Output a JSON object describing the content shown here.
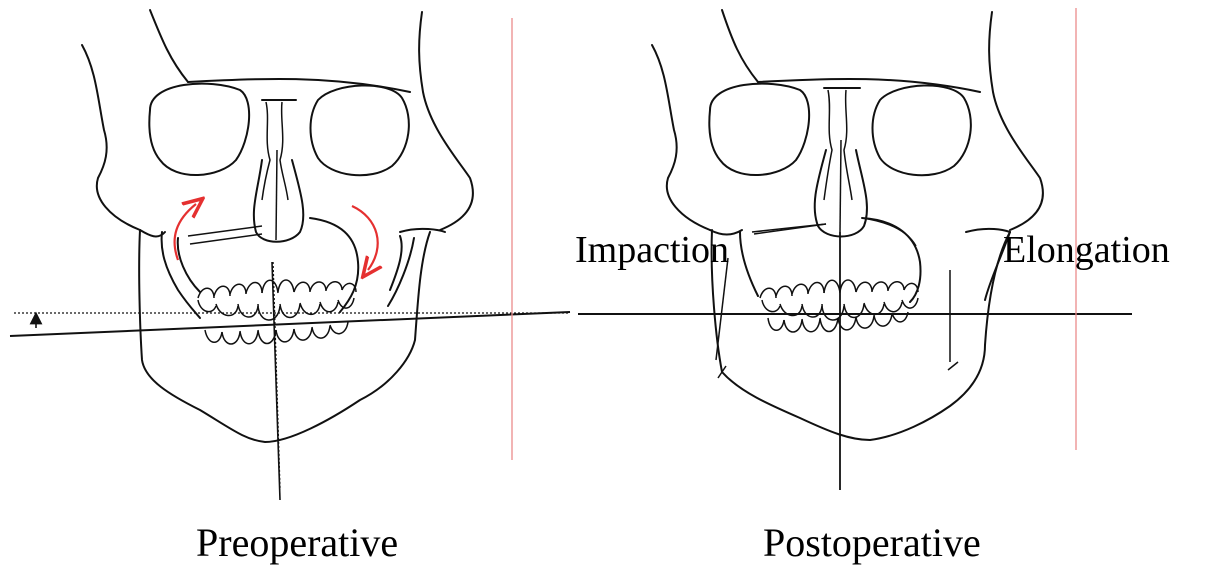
{
  "panels": {
    "preoperative": {
      "caption": "Preoperative"
    },
    "postoperative": {
      "caption": "Postoperative",
      "left_label": "Impaction",
      "right_label": "Elongation"
    }
  },
  "colors": {
    "outline": "#111111",
    "rotation_arrows": "#e53030",
    "reference_line": "#ec8b8b"
  }
}
